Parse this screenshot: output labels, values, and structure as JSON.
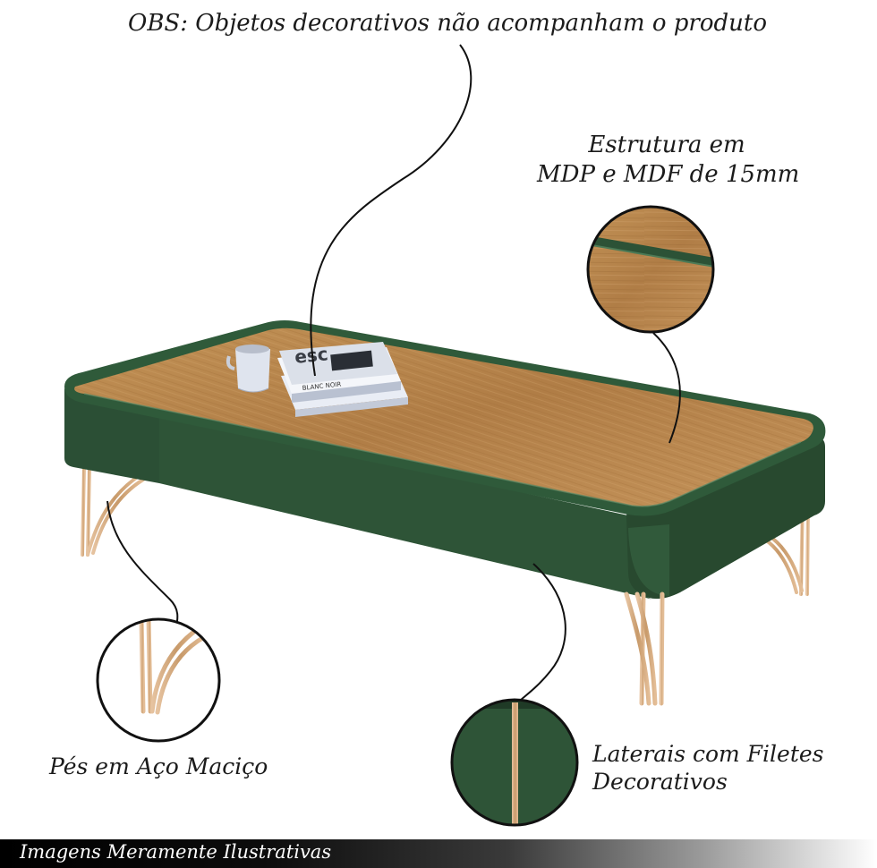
{
  "captions": {
    "obs": "OBS: Objetos decorativos não acompanham o produto",
    "estrutura_line1": "Estrutura em",
    "estrutura_line2": "MDP e MDF de 15mm",
    "pes": "Pés em Aço Maciço",
    "laterais_line1": "Laterais com Filetes",
    "laterais_line2": "Decorativos"
  },
  "footer": {
    "text": "Imagens Meramente Ilustrativas"
  },
  "book": {
    "cover_title": "esc",
    "cover_subtitle": "BLANC NOIR"
  },
  "colors": {
    "green": "#2f5438",
    "green_dark": "#223f2a",
    "wood": "#b9874f",
    "gold": "#d2a677"
  }
}
